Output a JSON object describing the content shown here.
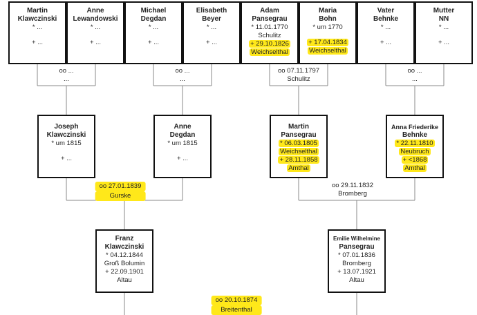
{
  "generation_1": [
    {
      "name1": "Martin",
      "name2": "Klawczinski",
      "line1": "* ...",
      "line2": "",
      "line3": "+ ...",
      "line4": ""
    },
    {
      "name1": "Anne",
      "name2": "Lewandowski",
      "line1": "* ...",
      "line2": "",
      "line3": "+ ...",
      "line4": ""
    },
    {
      "name1": "Michael",
      "name2": "Degdan",
      "line1": "* ...",
      "line2": "",
      "line3": "+ ...",
      "line4": ""
    },
    {
      "name1": "Elisabeth",
      "name2": "Beyer",
      "line1": "* ...",
      "line2": "",
      "line3": "+ ...",
      "line4": ""
    },
    {
      "name1": "Adam",
      "name2": "Pansegrau",
      "line1": "* 11.01.1770",
      "line2": "Schulitz",
      "line3": "+ 29.10.1826",
      "line4": "Weichselthal"
    },
    {
      "name1": "Maria",
      "name2": "Bohn",
      "line1": "* um 1770",
      "line2": "",
      "line3": "+ 17.04.1834",
      "line4": "Weichselthal"
    },
    {
      "name1": "Vater",
      "name2": "Behnke",
      "line1": "* ...",
      "line2": "",
      "line3": "+ ...",
      "line4": ""
    },
    {
      "name1": "Mutter",
      "name2": "NN",
      "line1": "* ...",
      "line2": "",
      "line3": "+ ...",
      "line4": ""
    }
  ],
  "generation_2": [
    {
      "name1": "Joseph",
      "name2": "Klawczinski",
      "line1": "* um 1815",
      "line2": "",
      "line3": "+ ...",
      "line4": ""
    },
    {
      "name1": "Anne",
      "name2": "Degdan",
      "line1": "* um 1815",
      "line2": "",
      "line3": "+ ...",
      "line4": ""
    },
    {
      "name1": "Martin",
      "name2": "Pansegrau",
      "line1": "* 06.03.1805",
      "line2": "Weichselthal",
      "line3": "+ 28.11.1858",
      "line4": "Amthal"
    },
    {
      "name1": "Anna Friederike",
      "name2": "Behnke",
      "line1": "* 22.11.1810",
      "line2": "Neubruch",
      "line3": "+ <1868",
      "line4": "Amthal"
    }
  ],
  "generation_3": [
    {
      "name1": "Franz",
      "name2": "Klawczinski",
      "line1": "* 04.12.1844",
      "line2": "Groß Bolumin",
      "line3": "+ 22.09.1901",
      "line4": "Altau"
    },
    {
      "name1": "Emilie Wilhelmine",
      "name2": "Pansegrau",
      "line1": "* 07.01.1836",
      "line2": "Bromberg",
      "line3": "+ 13.07.1921",
      "line4": "Altau"
    }
  ],
  "marriages": [
    {
      "date": "oo ...",
      "place": "..."
    },
    {
      "date": "oo ...",
      "place": "..."
    },
    {
      "date": "oo 07.11.1797",
      "place": "Schulitz"
    },
    {
      "date": "oo ...",
      "place": "..."
    },
    {
      "date": "oo 27.01.1839",
      "place": "Gurske"
    },
    {
      "date": "oo 29.11.1832",
      "place": "Bromberg"
    },
    {
      "date": "oo 20.10.1874",
      "place": "Breitenthal"
    }
  ],
  "colors": {
    "highlight": "#ffe81a",
    "border": "#111111",
    "connector": "#888888"
  }
}
